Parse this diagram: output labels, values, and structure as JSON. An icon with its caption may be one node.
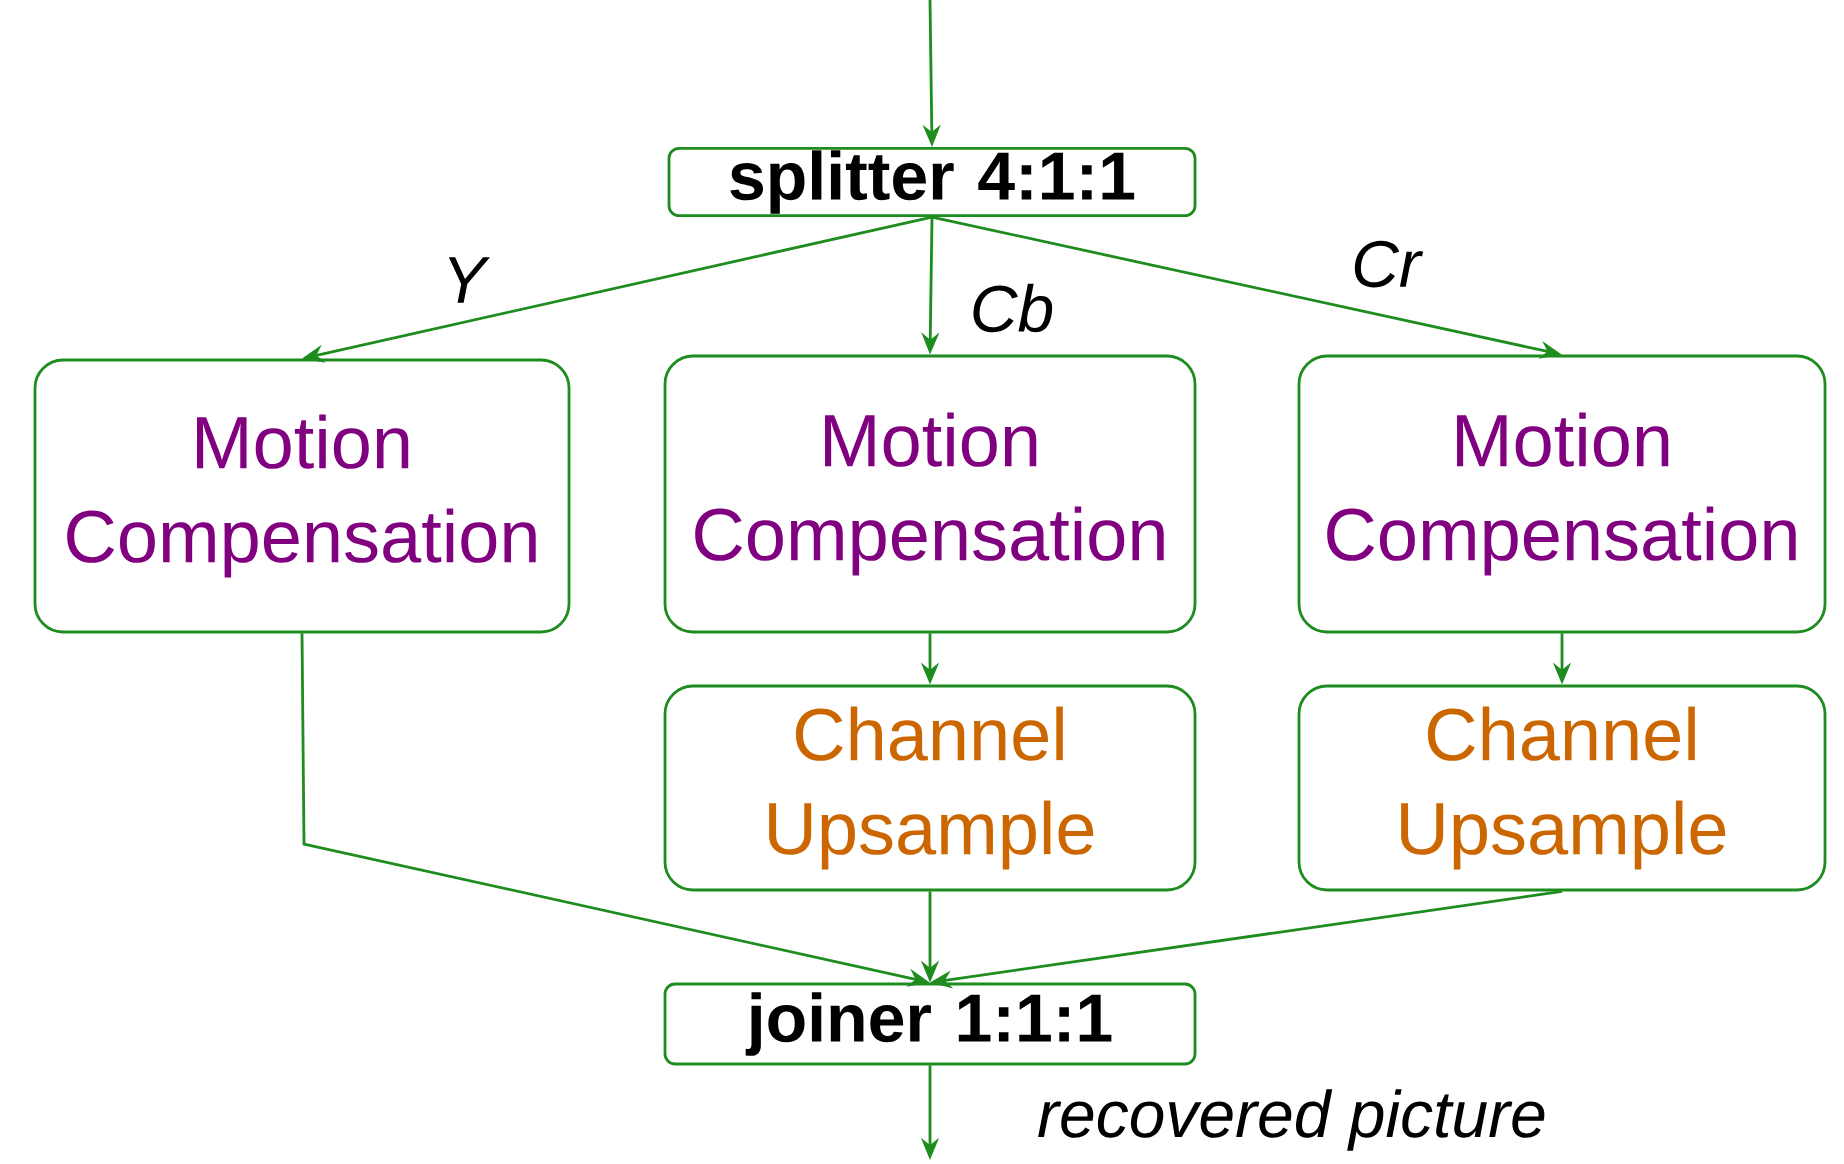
{
  "diagram": {
    "nodes": [
      {
        "text": [
          "splitter 4:1:1"
        ]
      },
      {
        "text": [
          "Motion Compensation"
        ]
      },
      {
        "text": [
          "Motion Compensation"
        ]
      },
      {
        "text": [
          "Motion Compensation"
        ]
      },
      {
        "text": [
          "Channel Upsample"
        ]
      },
      {
        "text": [
          "Channel Upsample"
        ]
      },
      {
        "text": [
          "joiner 1:1:1"
        ]
      }
    ],
    "edges": [
      {
        "from": null,
        "to": 0,
        "arrow": "to"
      },
      {
        "from": 0,
        "to": 1,
        "arrow": "to",
        "label": "Y"
      },
      {
        "from": 0,
        "to": 2,
        "arrow": "to",
        "label": "Cb"
      },
      {
        "from": 0,
        "to": 3,
        "arrow": "to",
        "label": "Cr"
      },
      {
        "from": 2,
        "to": 4,
        "arrow": "to"
      },
      {
        "from": 3,
        "to": 5,
        "arrow": "to"
      },
      {
        "from": 1,
        "to": 6,
        "arrow": "to"
      },
      {
        "from": 4,
        "to": 6,
        "arrow": "to"
      },
      {
        "from": 5,
        "to": 6,
        "arrow": "to"
      },
      {
        "from": 6,
        "to": null,
        "arrow": "to",
        "label": "recovered picture"
      }
    ]
  }
}
